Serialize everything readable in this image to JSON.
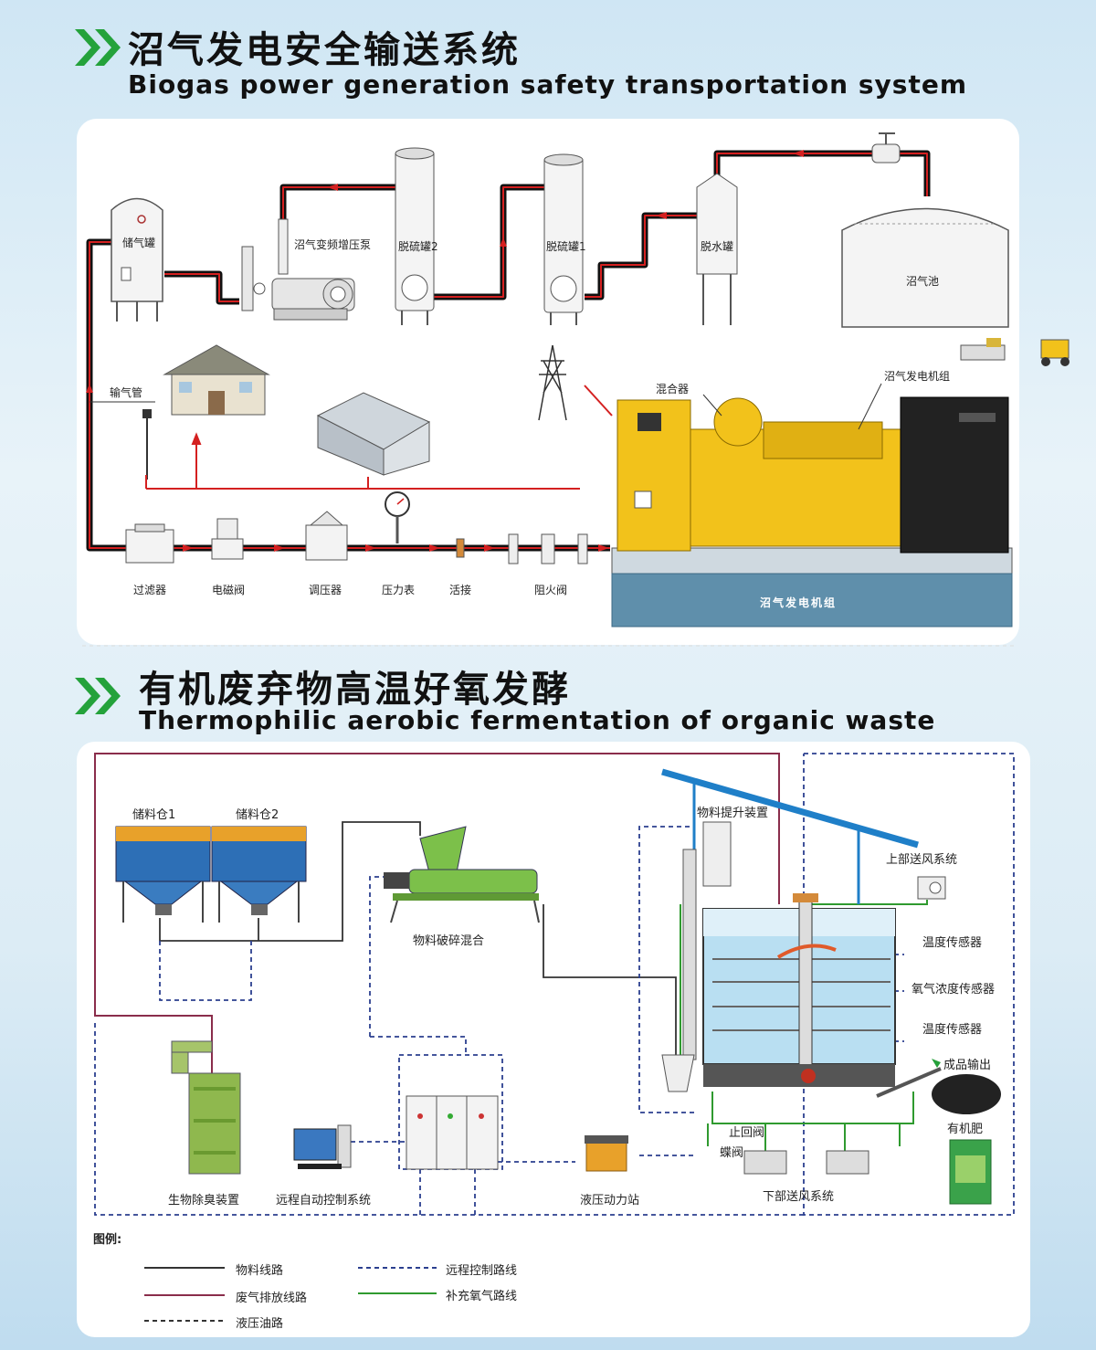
{
  "section1": {
    "title_zh": "沼气发电安全输送系统",
    "title_en": "Biogas power generation safety transportation system",
    "labels": {
      "storage_tank": "储气罐",
      "booster_pump": "沼气变频增压泵",
      "desulf2": "脱硫罐2",
      "desulf1": "脱硫罐1",
      "dewater": "脱水罐",
      "digester": "沼气池",
      "gas_pipe": "输气管",
      "mixer": "混合器",
      "genset_top": "沼气发电机组",
      "filter": "过滤器",
      "solenoid": "电磁阀",
      "regulator": "调压器",
      "gauge": "压力表",
      "joint": "活接",
      "flame_arrester": "阻火阀",
      "genset_base": "沼气发电机组"
    }
  },
  "section2": {
    "title_zh": "有机废弃物高温好氧发酵",
    "title_en": "Thermophilic aerobic fermentation of organic waste",
    "labels": {
      "bin1": "储料仓1",
      "bin2": "储料仓2",
      "crusher": "物料破碎混合",
      "lift": "物料提升装置",
      "upper_air": "上部送风系统",
      "temp1": "温度传感器",
      "oxygen": "氧气浓度传感器",
      "temp2": "温度传感器",
      "output": "成品输出",
      "fertilizer": "有机肥",
      "check_valve": "止回阀",
      "butterfly": "蝶阀",
      "lower_air": "下部送风系统",
      "hydraulic": "液压动力站",
      "remote_ctrl": "远程自动控制系统",
      "deodor": "生物除臭装置"
    },
    "legend_title": "图例:",
    "legend": {
      "material": "物料线路",
      "exhaust": "废气排放线路",
      "hydraulic_oil": "液压油路",
      "remote": "远程控制路线",
      "oxygen_line": "补充氧气路线"
    }
  },
  "colors": {
    "pipe_black": "#111111",
    "pipe_red": "#d42020",
    "genset_yellow": "#f2c21b",
    "base_blue": "#5f8fab",
    "exhaust": "#8a2d4b",
    "remote": "#2b3f8f",
    "oxygen": "#2f9a2f",
    "arrow_green": "#25a03a"
  }
}
